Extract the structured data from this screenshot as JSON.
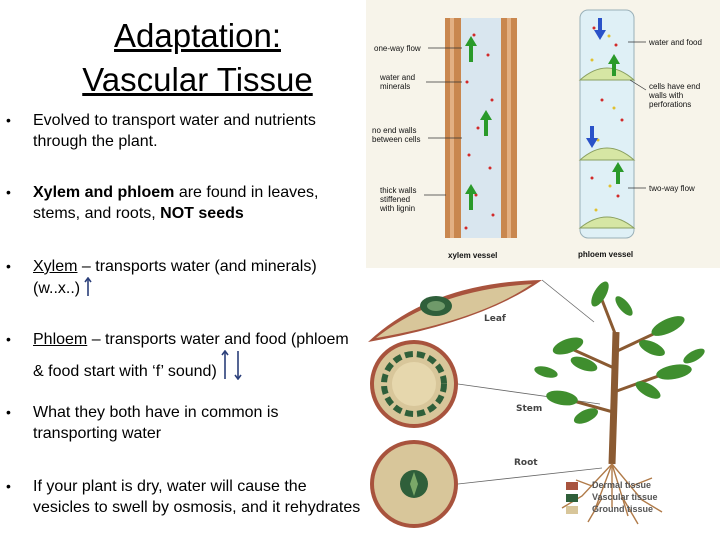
{
  "title": {
    "line1": "Adaptation:",
    "line2": "Vascular Tissue"
  },
  "bullets": [
    {
      "marker": "•",
      "text": "Evolved to  transport water and nutrients through the plant."
    },
    {
      "marker": "•",
      "bold1": "Xylem and phloem",
      "text1": " are found in leaves, stems, and roots, ",
      "bold2": "NOT seeds"
    },
    {
      "marker": "•",
      "term": "Xylem",
      "text": " – transports water (and minerals) (w..x..)"
    },
    {
      "marker": "•",
      "term": "Phloem",
      "text": " – transports water and food (phloem & food start with ‘f’ sound)"
    },
    {
      "marker": "•",
      "text": "What they both have in common is transporting water"
    },
    {
      "marker": "•",
      "text": "If your plant is dry, water will cause the vesicles to swell by osmosis, and it rehydrates"
    }
  ],
  "vessel_figure": {
    "xylem_labels": [
      "one-way flow",
      "water and minerals",
      "no end walls between cells",
      "thick walls stiffened with lignin"
    ],
    "phloem_labels": [
      "water and food",
      "cells have end walls with perforations",
      "two-way flow"
    ],
    "captions": {
      "xylem": "xylem vessel",
      "phloem": "phloem vessel"
    },
    "colors": {
      "xylem_wall": "#c9874f",
      "xylem_lumen": "#d9e6ef",
      "phloem_cell": "#dff0f6",
      "sieve_plate": "#d6e6a4",
      "up_arrow": "#2a9a2a",
      "down_arrow": "#2a52c8",
      "dot_red": "#d22a2a"
    }
  },
  "plant_figure": {
    "labels": {
      "leaf": "Leaf",
      "stem": "Stem",
      "root": "Root"
    },
    "legend": [
      {
        "label": "Dermal tissue",
        "color": "#a8533d"
      },
      {
        "label": "Vascular tissue",
        "color": "#2f5f3a"
      },
      {
        "label": "Ground tissue",
        "color": "#d8c69a"
      }
    ]
  }
}
